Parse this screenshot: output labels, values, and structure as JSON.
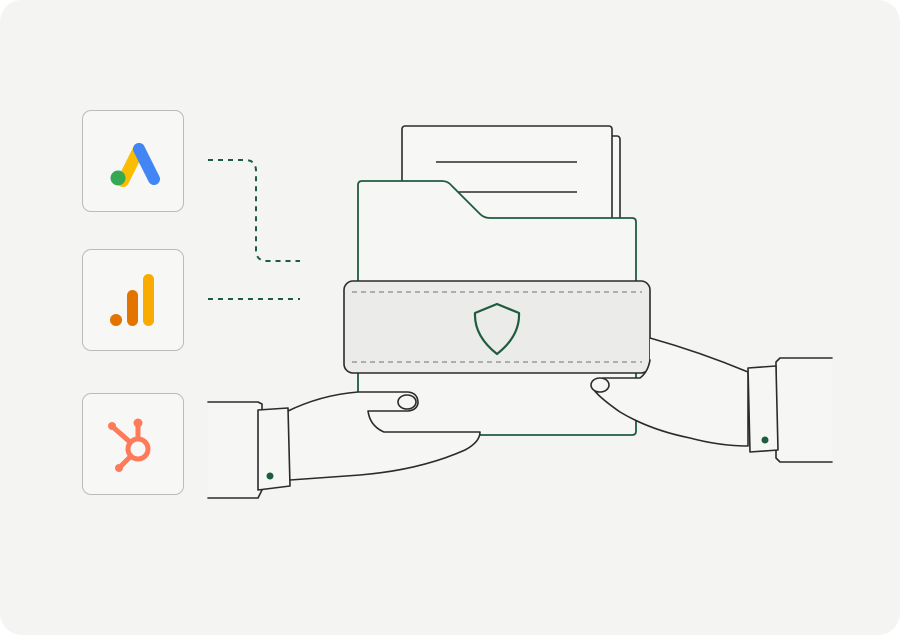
{
  "tiles": [
    {
      "icon": "google-ads-icon",
      "colors": [
        "#fbbc04",
        "#4285f4",
        "#34a853"
      ]
    },
    {
      "icon": "google-analytics-icon",
      "colors": [
        "#f9ab00",
        "#e37400"
      ]
    },
    {
      "icon": "hubspot-icon",
      "colors": [
        "#ff7a59"
      ]
    }
  ],
  "colors": {
    "accent_green": "#1e5c3f",
    "line": "#2b2b2b",
    "background": "#f4f4f3"
  },
  "illustration": {
    "folder_icon": "folder-icon",
    "shield_icon": "shield-icon",
    "connectors": "dashed-connector-lines",
    "hands": [
      "left-hand",
      "right-hand"
    ]
  }
}
